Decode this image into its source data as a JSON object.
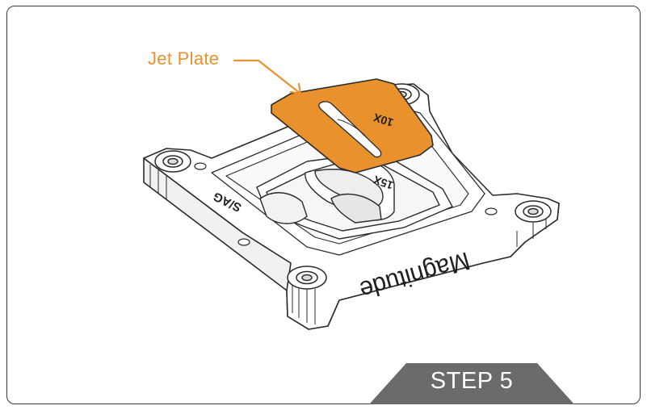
{
  "callout": {
    "label": "Jet Plate",
    "color": "#e8912d"
  },
  "block": {
    "brand": "Magnitude",
    "left_marking": "S/AG",
    "insert_marking": "15X",
    "plate_marking": "10X"
  },
  "step": {
    "label": "STEP 5",
    "color": "#6b6b6b"
  }
}
